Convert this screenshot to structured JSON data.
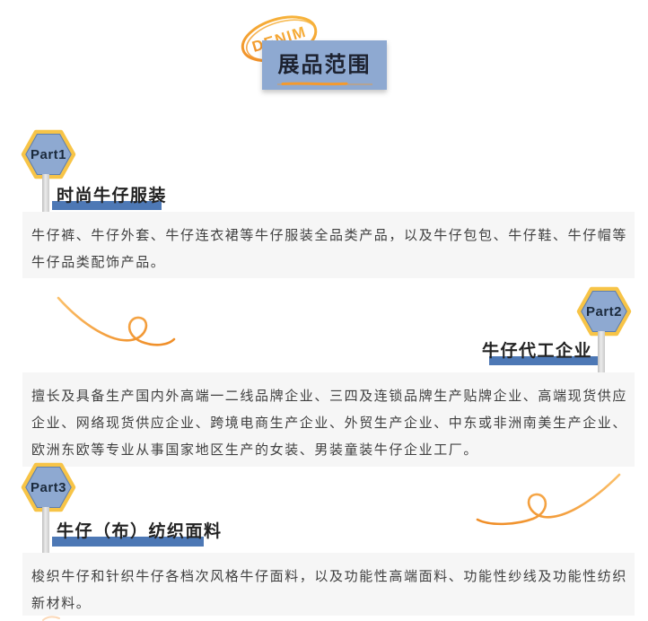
{
  "stamp": {
    "text": "DENIM"
  },
  "header": {
    "title": "展品范围"
  },
  "sections": [
    {
      "part": "Part1",
      "title": "时尚牛仔服装",
      "body": "牛仔裤、牛仔外套、牛仔连衣裙等牛仔服装全品类产品，以及牛仔包包、牛仔鞋、牛仔帽等牛仔品类配饰产品。"
    },
    {
      "part": "Part2",
      "title": "牛仔代工企业",
      "body": "擅长及具备生产国内外高端一二线品牌企业、三四及连锁品牌生产贴牌企业、高端现货供应企业、网络现货供应企业、跨境电商生产企业、外贸生产企业、中东或非洲南美生产企业、欧洲东欧等专业从事国家地区生产的女装、男装童装牛仔企业工厂。"
    },
    {
      "part": "Part3",
      "title": "牛仔（布）纺织面料",
      "body": "梭织牛仔和针织牛仔各档次风格牛仔面料，以及功能性高端面料、功能性纱线及功能性纺织新材料。"
    }
  ],
  "colors": {
    "accent_blue": "#8ea9d1",
    "bar_blue": "#4d78b5",
    "hex_border": "#f7c447",
    "hex_inner_line": "#5f7fae",
    "accent_orange": "#f49a2e",
    "orange_light": "#fbc06a",
    "band_bg": "#f6f6f6",
    "body_text": "#3f3f3f",
    "text_dark": "#1d2230"
  }
}
